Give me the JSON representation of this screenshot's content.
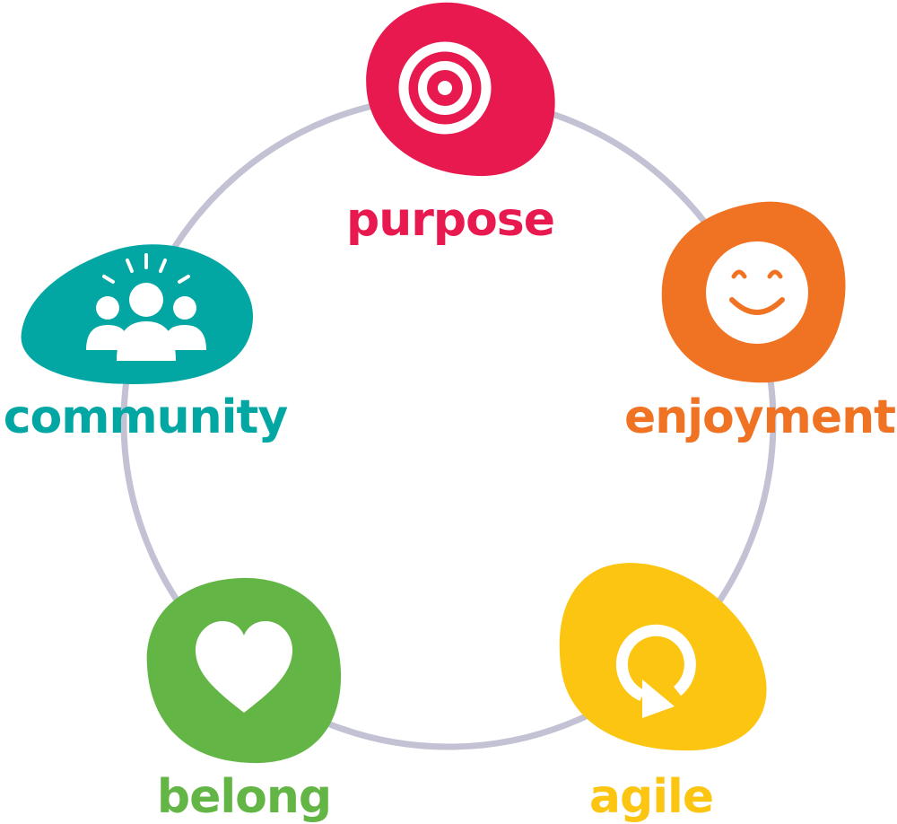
{
  "diagram": {
    "ring_color": "#c2c2d4",
    "nodes": [
      {
        "id": "purpose",
        "label": "purpose",
        "icon": "target-icon",
        "color": "#e8194f"
      },
      {
        "id": "enjoyment",
        "label": "enjoyment",
        "icon": "smiley-icon",
        "color": "#f07323"
      },
      {
        "id": "agile",
        "label": "agile",
        "icon": "refresh-icon",
        "color": "#fbc511"
      },
      {
        "id": "belong",
        "label": "belong",
        "icon": "heart-icon",
        "color": "#63b646"
      },
      {
        "id": "community",
        "label": "community",
        "icon": "community-icon",
        "color": "#02a7a4"
      }
    ]
  }
}
